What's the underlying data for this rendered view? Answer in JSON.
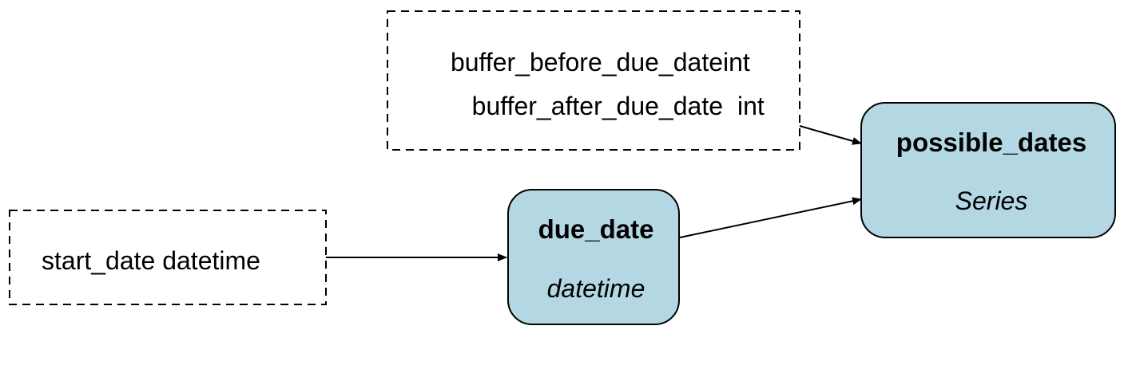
{
  "colors": {
    "node_fill": "#b3d7e3",
    "stroke": "#000000"
  },
  "inputs": {
    "buffers": [
      {
        "name": "buffer_before_due_date",
        "type": "int"
      },
      {
        "name": "buffer_after_due_date",
        "type": "int"
      }
    ],
    "start": {
      "name": "start_date",
      "type": "datetime"
    }
  },
  "nodes": {
    "due_date": {
      "name": "due_date",
      "type": "datetime"
    },
    "possible_dates": {
      "name": "possible_dates",
      "type": "Series"
    }
  }
}
